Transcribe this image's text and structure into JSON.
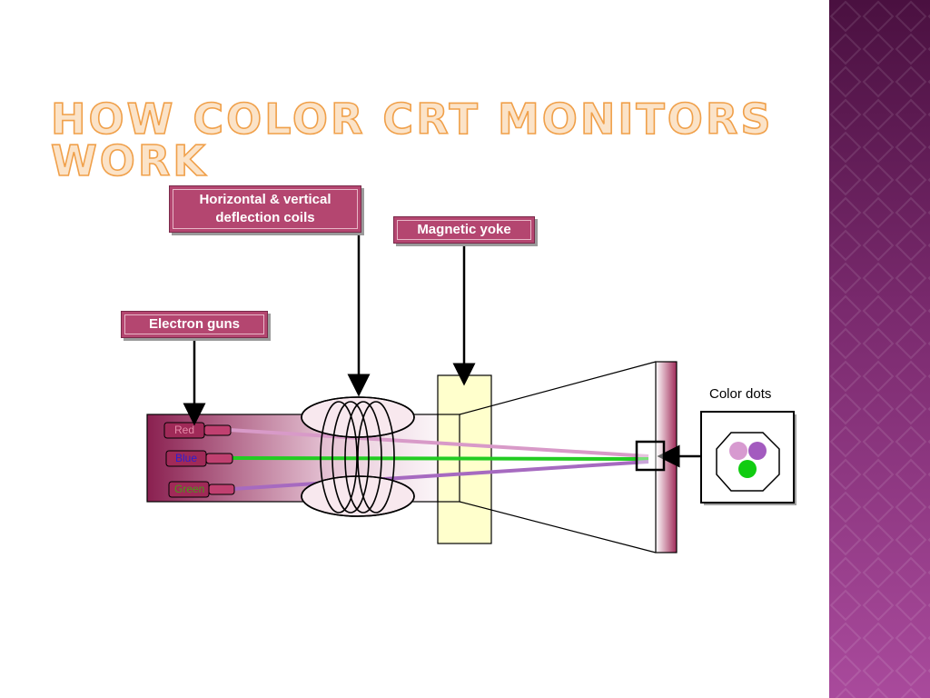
{
  "slide": {
    "title": "How color CRT monitors work"
  },
  "labels": {
    "deflection_coils": "Horizontal & vertical deflection coils",
    "magnetic_yoke": "Magnetic yoke",
    "electron_guns": "Electron guns",
    "color_dots": "Color dots"
  },
  "guns": [
    {
      "name": "Red",
      "text_color": "#e58aa8",
      "beam_color": "#d89ac8"
    },
    {
      "name": "Blue",
      "text_color": "#2b1fd0",
      "beam_color": "#22cc22"
    },
    {
      "name": "Green",
      "text_color": "#4a9a1a",
      "beam_color": "#a66ac0"
    }
  ],
  "dots": [
    {
      "color": "#d79ad0"
    },
    {
      "color": "#a35bbf"
    },
    {
      "color": "#11cc11"
    }
  ],
  "colors": {
    "label_bg": "#b44670",
    "title_fill": "#fbe3c8",
    "title_outline": "#f0a04a",
    "side_band": "#7a2a6e"
  }
}
